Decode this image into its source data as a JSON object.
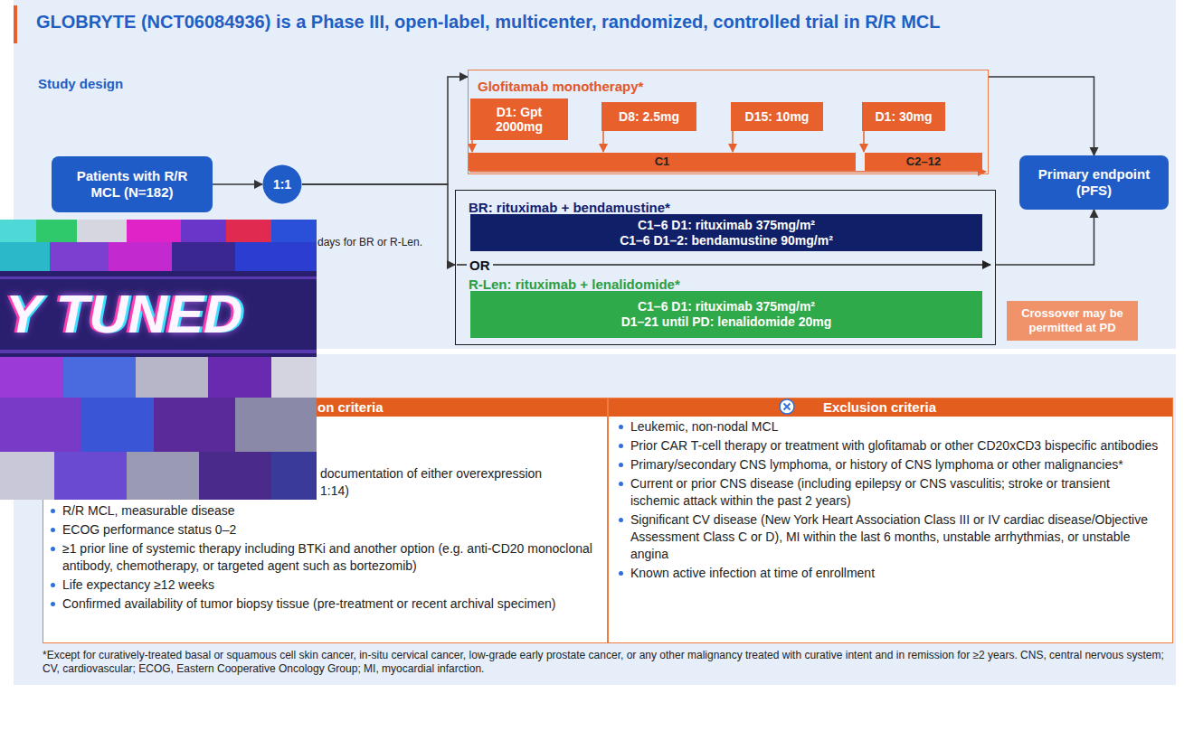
{
  "diagram": {
    "title": "GLOBRYTE (NCT06084936) is a Phase III, open-label, multicenter, randomized, controlled trial in R/R MCL",
    "nodes": [
      {
        "text": [
          "Patients with R/R MCL (N=182)"
        ]
      },
      {
        "text": [
          "1:1"
        ]
      },
      {
        "text": [
          "Glofitamab monotherapy*"
        ]
      },
      {
        "text": [
          "D1: Gpt 2000mg"
        ],
        "in": 2
      },
      {
        "text": [
          "D8: 2.5mg"
        ],
        "in": 2
      },
      {
        "text": [
          "D15: 10mg"
        ],
        "in": 2
      },
      {
        "text": [
          "D1: 30mg"
        ],
        "in": 2
      },
      {
        "text": [
          "C1"
        ],
        "in": 2
      },
      {
        "text": [
          "C2–12"
        ],
        "in": 2
      },
      {
        "text": [
          "Primary endpoint (PFS)"
        ]
      },
      {
        "text": [
          "BR: rituximab + bendamustine*",
          "OR",
          "R-Len: rituximab + lenalidomide*"
        ]
      },
      {
        "text": [
          "C1–6 D1: rituximab 375mg/m²",
          "C1–6 D1–2: bendamustine 90mg/m²"
        ],
        "in": 10
      },
      {
        "text": [
          "C1–6 D1: rituximab 375mg/m²",
          "D1–21 until PD: lenalidomide 20mg"
        ],
        "in": 10
      },
      {
        "text": [
          "Crossover may be permitted at PD"
        ]
      },
      {
        "text": [
          "on criteria",
          "documentation of either overexpression",
          "1:14)",
          "R/R MCL, measurable disease",
          "ECOG performance status 0–2",
          "≥1 prior line of systemic therapy including BTKi and another option (e.g. anti-CD20 monoclonal antibody, chemotherapy, or targeted agent such as bortezomib)",
          "Life expectancy ≥12 weeks",
          "Confirmed availability of tumor biopsy tissue (pre-treatment or recent archival specimen)"
        ]
      },
      {
        "text": [
          "Exclusion criteria",
          "Leukemic, non-nodal MCL",
          "Prior CAR T-cell therapy or treatment with glofitamab or other CD20xCD3 bispecific antibodies",
          "Primary/secondary CNS lymphoma, or history of CNS lymphoma or other malignancies*",
          "Current or prior CNS disease (including epilepsy or CNS vasculitis; stroke or transient ischemic attack within the past 2 years)",
          "Significant CV disease (New York Heart Association Class III or IV cardiac disease/Objective Assessment Class C or D), MI within the last 6 months, unstable arrhythmias, or unstable angina",
          "Known active infection at time of enrollment"
        ]
      }
    ],
    "edges": [
      {
        "from": 0,
        "to": 1,
        "arrow": "to"
      },
      {
        "from": 1,
        "to": 2,
        "arrow": "to"
      },
      {
        "from": 1,
        "to": 10,
        "arrow": "to"
      },
      {
        "from": 2,
        "to": 9,
        "arrow": "to"
      },
      {
        "from": 10,
        "to": 9,
        "arrow": "to"
      }
    ],
    "labels": [
      "Study design",
      "days for BR or R-Len.",
      "Y TUNED",
      "*Except for curatively-treated basal or squamous cell skin cancer, in-situ cervical cancer, low-grade early prostate cancer, or any other malignancy treated with curative intent and in remission for ≥2 years. CNS, central nervous system; CV, cardiovascular; ECOG, Eastern Cooperative Oncology Group; MI, myocardial infarction."
    ]
  }
}
